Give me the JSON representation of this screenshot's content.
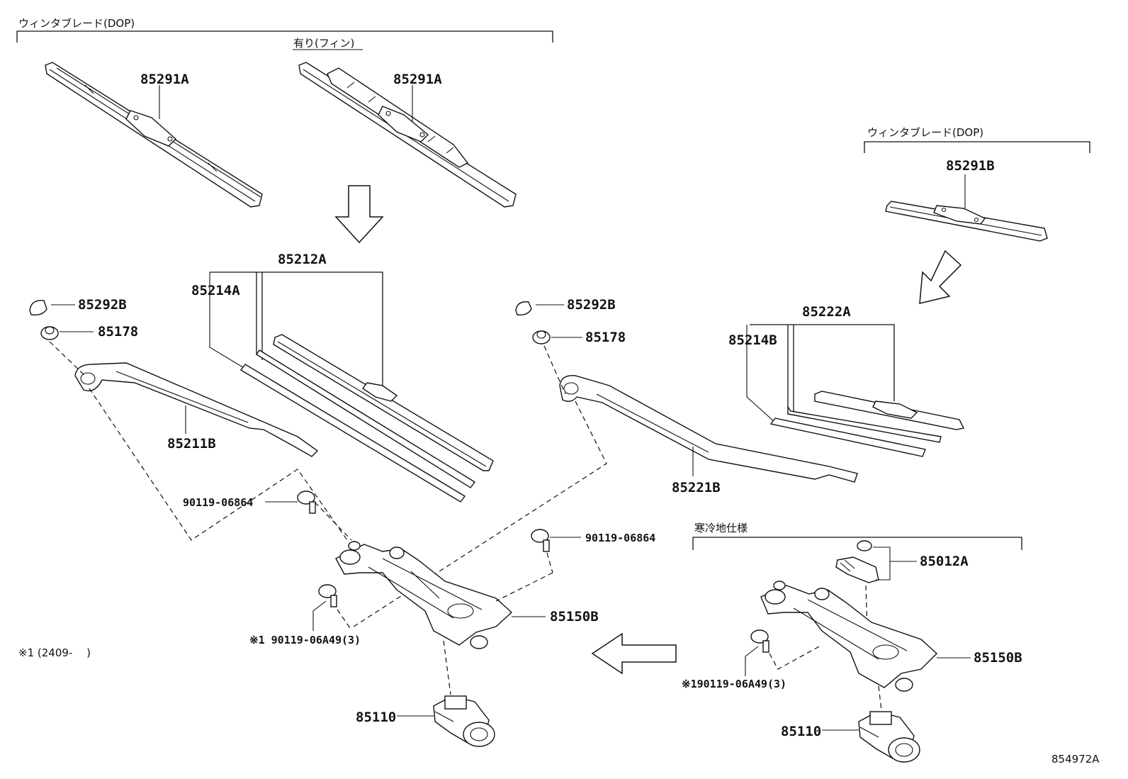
{
  "diagram": {
    "headers": {
      "dop_blade_left": "ウィンタブレード(DOP)",
      "with_fin": "有り(フィン)",
      "dop_blade_right": "ウィンタブレード(DOP)",
      "cold_region": "寒冷地仕様"
    },
    "parts": {
      "p85291A_1": "85291A",
      "p85291A_2": "85291A",
      "p85291B": "85291B",
      "p85212A": "85212A",
      "p85214A": "85214A",
      "p85292B_1": "85292B",
      "p85178_1": "85178",
      "p85211B": "85211B",
      "p85292B_2": "85292B",
      "p85178_2": "85178",
      "p85221B": "85221B",
      "p85222A": "85222A",
      "p85214B": "85214B",
      "p90119_06864_1": "90119-06864",
      "p90119_06864_2": "90119-06864",
      "p90119_06A49_1": "※1 90119-06A49(3)",
      "p90119_06A49_2": "※190119-06A49(3)",
      "p85150B_1": "85150B",
      "p85150B_2": "85150B",
      "p85012A": "85012A",
      "p85110_1": "85110",
      "p85110_2": "85110"
    },
    "footnote": "※1 (2409-　 )",
    "diagram_id": "854972A"
  }
}
